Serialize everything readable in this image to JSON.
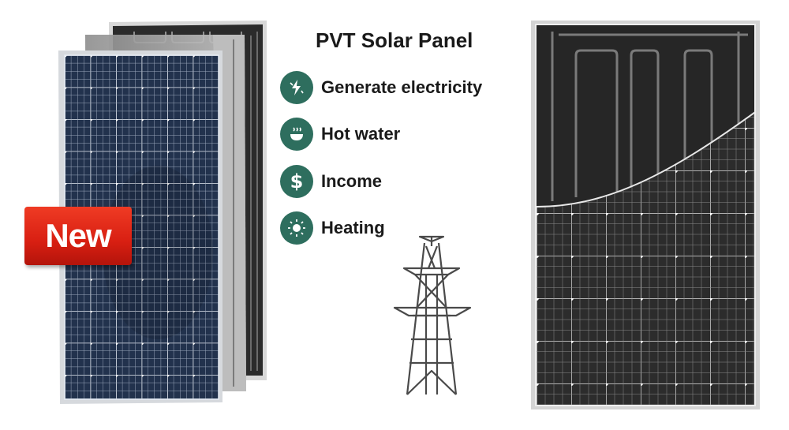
{
  "title": "PVT Solar Panel",
  "features": [
    {
      "label": "Generate electricity",
      "icon": "lightning-icon"
    },
    {
      "label": "Hot water",
      "icon": "hot-cup-icon"
    },
    {
      "label": "Income",
      "icon": "dollar-icon"
    },
    {
      "label": "Heating",
      "icon": "sun-icon"
    }
  ],
  "badge": "New",
  "colors": {
    "icon_background": "#2e6e5e",
    "badge_red": "#e02a1a",
    "solar_cell_dark": "#1f2d44",
    "thermal_backsheet": "#262626"
  }
}
